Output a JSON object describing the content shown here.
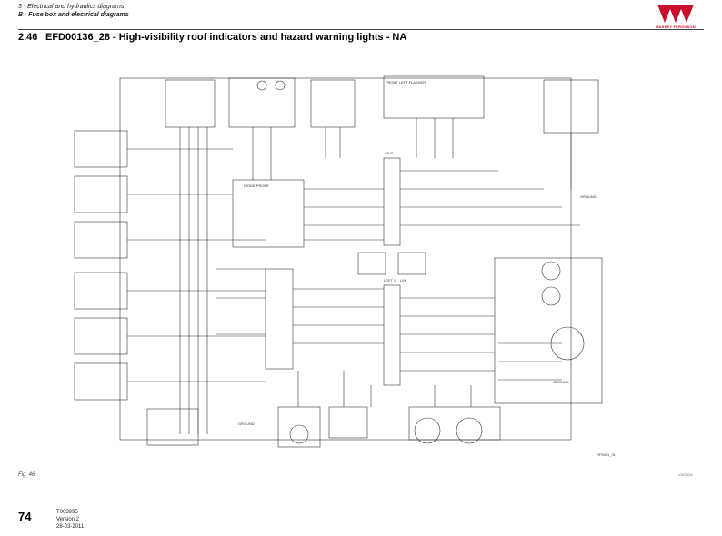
{
  "header": {
    "section": "3 - Electrical and hydraulics diagrams",
    "subsection": "B - Fuse box and electrical diagrams",
    "brand": "MASSEY FERGUSON"
  },
  "title": {
    "number": "2.46",
    "text": "EFD00136_28 - High-visibility roof indicators and hazard warning lights - NA"
  },
  "diagram": {
    "labels": {
      "front_left_flasher": "FRONT LEFT FLASHER",
      "ground_right": "GROUND",
      "ground_lower_right": "GROUND",
      "ground_bottom": "GROUND",
      "diode": "DIODE PROBE",
      "connector_left": "LEFT 1",
      "connector_right": "L/H",
      "connector_top": "CK/Z",
      "code": "RF5461_01"
    }
  },
  "figure": {
    "caption": "Fig. 46.",
    "code": "VIC0024"
  },
  "footer": {
    "page": "74",
    "doc_number": "T003995",
    "version": "Version 2",
    "date": "28-03-2011"
  }
}
